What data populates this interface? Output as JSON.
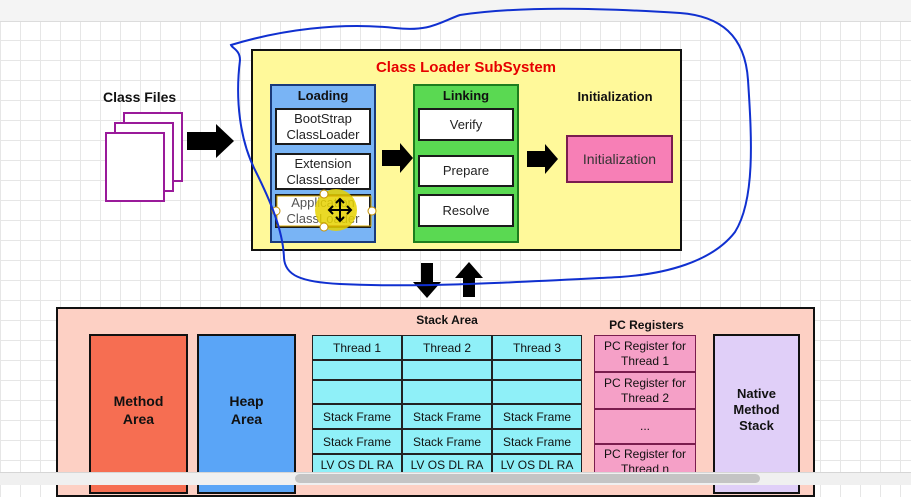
{
  "diagram": {
    "class_files_label": "Class Files",
    "subsystem_title": "Class Loader SubSystem",
    "loading": {
      "title": "Loading",
      "items": [
        {
          "line1": "BootStrap",
          "line2": "ClassLoader"
        },
        {
          "line1": "Extension",
          "line2": "ClassLoader"
        },
        {
          "line1": "Application",
          "line2": "ClassLoader"
        }
      ]
    },
    "linking": {
      "title": "Linking",
      "items": [
        "Verify",
        "Prepare",
        "Resolve"
      ]
    },
    "initialization": {
      "title": "Initialization",
      "box_label": "Initialization"
    },
    "method_area": {
      "line1": "Method",
      "line2": "Area"
    },
    "heap_area": {
      "line1": "Heap",
      "line2": "Area"
    },
    "stack_area": {
      "title": "Stack Area",
      "threads": [
        "Thread 1",
        "Thread 2",
        "Thread 3"
      ],
      "frame_label": "Stack Frame",
      "frame_vars": "LV OS DL RA"
    },
    "pc_registers": {
      "title": "PC Registers",
      "items": [
        {
          "line1": "PC Register for",
          "line2": "Thread 1"
        },
        {
          "line1": "PC Register for",
          "line2": "Thread 2"
        },
        {
          "line1": "...",
          "line2": ""
        },
        {
          "line1": "PC Register for",
          "line2": "Thread n"
        }
      ]
    },
    "native_stack": {
      "line1": "Native",
      "line2": "Method",
      "line3": "Stack"
    }
  },
  "colors": {
    "title_red": "#e60000",
    "subsystem_bg": "#fff99a",
    "loading_bg": "#79b4f5",
    "linking_bg": "#5ad952",
    "init_bg": "#f77fb6",
    "runtime_bg": "#fdd0c4",
    "method_bg": "#f66e52",
    "heap_bg": "#5aa5f7",
    "stack_bg": "#8ff0f8",
    "pc_bg": "#f5a0c7",
    "native_bg": "#e0cff8",
    "annotation_blue": "#1030d0",
    "highlight_yellow": "#e6d200"
  },
  "icons": {
    "cursor": "move-cursor-icon",
    "arrow": "bold-arrow-icon"
  }
}
